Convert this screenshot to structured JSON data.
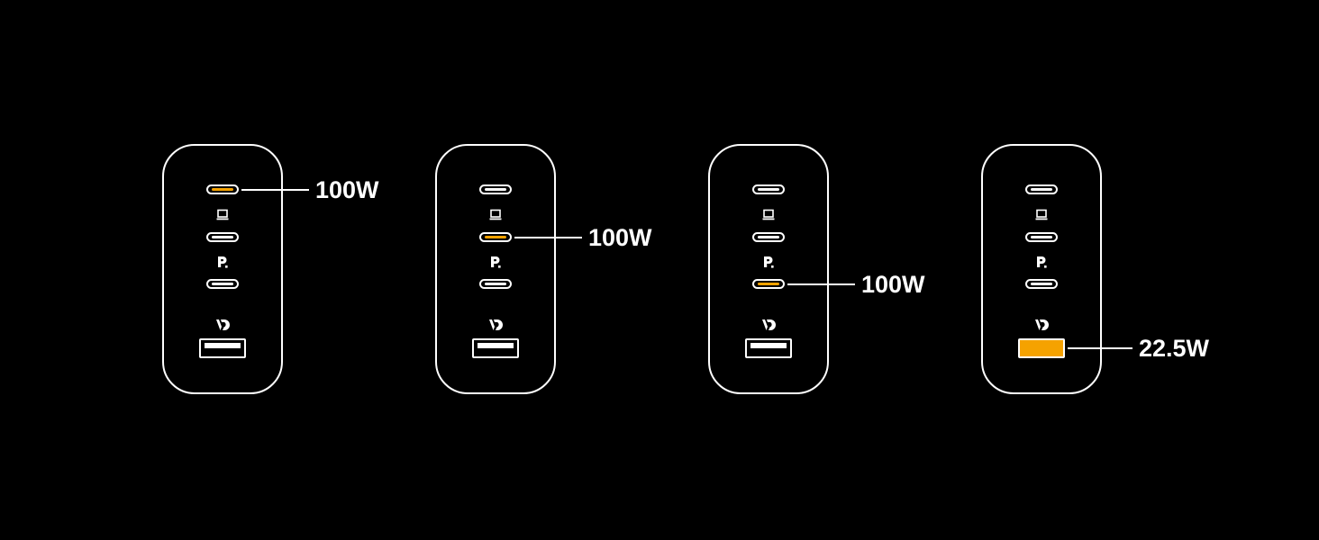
{
  "colors": {
    "background": "#000000",
    "outline": "#ffffff",
    "active": "#f5a200"
  },
  "icons": [
    "laptop-icon",
    "power-delivery-icon",
    "fast-charge-icon"
  ],
  "chargers": [
    {
      "active_port": "usb-c-1",
      "watt_label": "100W"
    },
    {
      "active_port": "usb-c-2",
      "watt_label": "100W"
    },
    {
      "active_port": "usb-c-3",
      "watt_label": "100W"
    },
    {
      "active_port": "usb-a",
      "watt_label": "22.5W"
    }
  ]
}
